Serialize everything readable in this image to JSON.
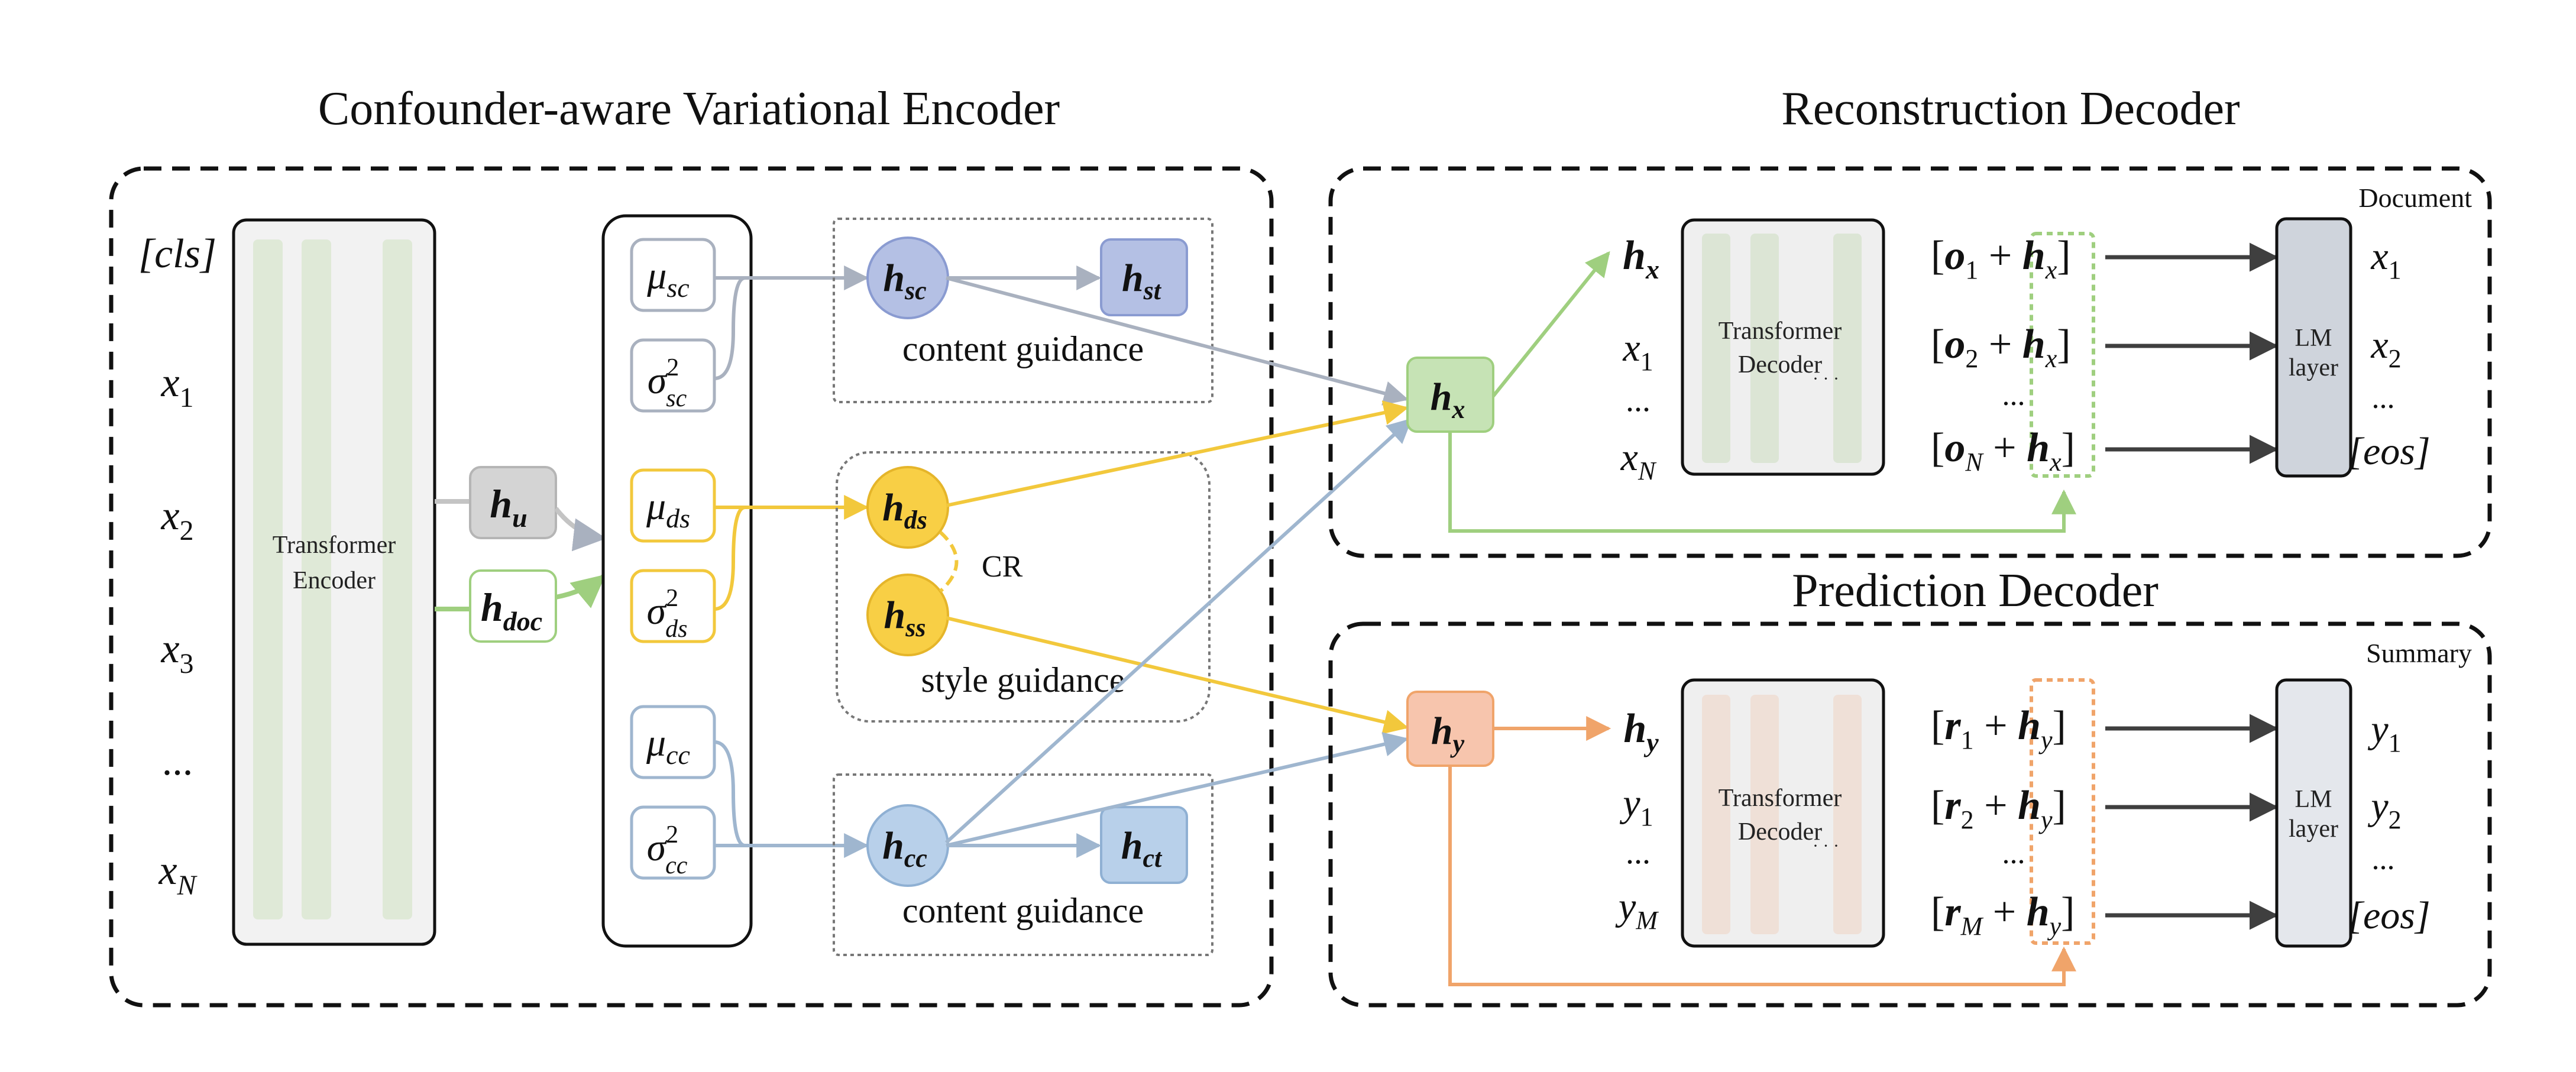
{
  "titles": {
    "encoder": "Confounder-aware Variational Encoder",
    "reconstruction": "Reconstruction Decoder",
    "prediction": "Prediction Decoder"
  },
  "encoder": {
    "inputs": [
      "[cls]",
      "x1",
      "x2",
      "x3",
      "...",
      "xN"
    ],
    "transformer_label_1": "Transformer",
    "transformer_label_2": "Encoder",
    "h_u": "h",
    "h_u_sub": "u",
    "h_doc": "h",
    "h_doc_sub": "doc",
    "mu_sc": "μ",
    "mu_sc_sub": "sc",
    "sigma_sc": "σ",
    "sigma_sc_sub": "sc",
    "mu_ds": "μ",
    "mu_ds_sub": "ds",
    "sigma_ds": "σ",
    "sigma_ds_sub": "ds",
    "mu_cc": "μ",
    "mu_cc_sub": "cc",
    "sigma_cc": "σ",
    "sigma_cc_sub": "cc",
    "sup2": "2",
    "h_sc_sub": "sc",
    "h_st_sub": "st",
    "h_ds_sub": "ds",
    "h_ss_sub": "ss",
    "h_cc_sub": "cc",
    "h_ct_sub": "ct",
    "content_guidance_top": "content guidance",
    "style_guidance": "style guidance",
    "content_guidance_bottom": "content guidance",
    "cr": "CR"
  },
  "reconstruction": {
    "corner_label": "Document",
    "h_x_sub": "x",
    "left_tokens": [
      "x1",
      "...",
      "xN"
    ],
    "transformer_label_1": "Transformer",
    "transformer_label_2": "Decoder",
    "rows": [
      "[o1 + hx]",
      "[o2 + hx]",
      "[oN + hx]"
    ],
    "lm_1": "LM",
    "lm_2": "layer",
    "outputs": [
      "x1",
      "x2",
      "...",
      "[eos]"
    ]
  },
  "prediction": {
    "corner_label": "Summary",
    "h_y_sub": "y",
    "left_tokens": [
      "y1",
      "...",
      "yM"
    ],
    "transformer_label_1": "Transformer",
    "transformer_label_2": "Decoder",
    "rows": [
      "[r1 + hy]",
      "[r2 + hy]",
      "[rM + hy]"
    ],
    "lm_1": "LM",
    "lm_2": "layer",
    "outputs": [
      "y1",
      "y2",
      "...",
      "[eos]"
    ]
  },
  "colors": {
    "gray_arrow": "#a9b1bf",
    "yellow": "#f2c83c",
    "green": "#9fcf7f",
    "blue": "#9fb6cf",
    "orange": "#f0a46a",
    "dark": "#3f3f3f"
  }
}
